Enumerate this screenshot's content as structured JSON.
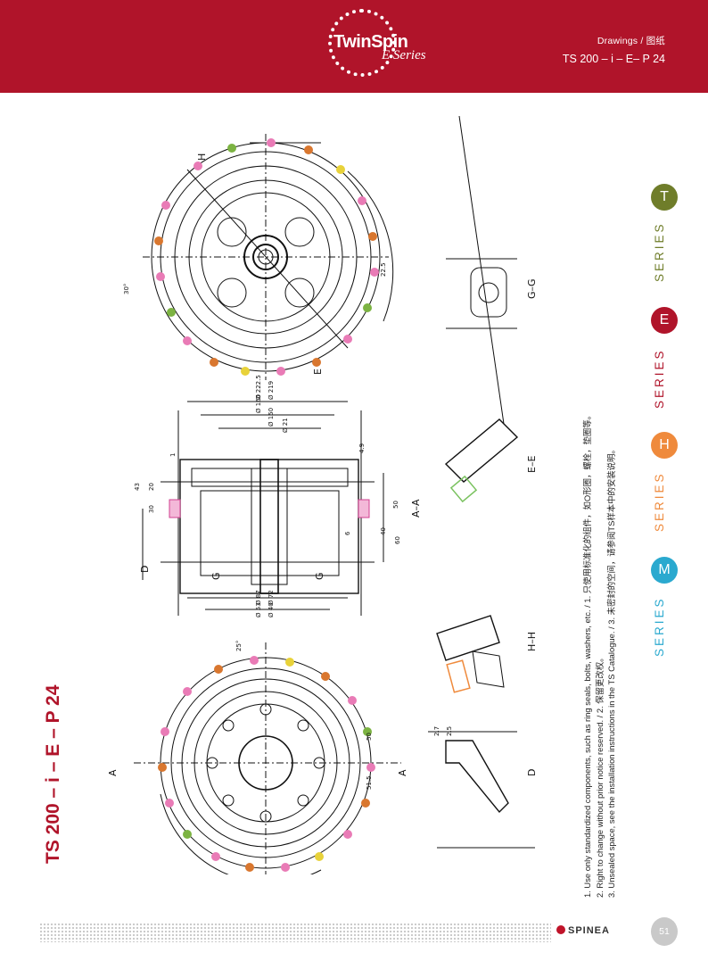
{
  "header": {
    "logo_main": "TwinSpin",
    "logo_sub": "E Series",
    "section_label": "Drawings / 图纸",
    "model_code": "TS 200 – i – E– P 24"
  },
  "page_title": "TS 200 – i – E – P 24",
  "notes": [
    "1. Use only standardized components, such as ring seals, bolts, washers, etc. / 1. 只使用标准化的组件，如O形圈，螺栓，垫圈等。",
    "2. Right to change without prior notice reserved. / 2. 保留更改权。",
    "3. Unsealed space, see the installation instructions in the TS Catalogue. / 3. 未密封的空间，请参阅TS样本中的安装说明。"
  ],
  "series": [
    {
      "letter": "T",
      "word": "SERIES",
      "color": "#6f7d2a"
    },
    {
      "letter": "E",
      "word": "SERIES",
      "color": "#b0142a"
    },
    {
      "letter": "H",
      "word": "SERIES",
      "color": "#ef8a3c"
    },
    {
      "letter": "M",
      "word": "SERIES",
      "color": "#2aa9cf"
    }
  ],
  "drawing": {
    "view_labels": [
      "A–A",
      "E–E",
      "G–G",
      "H–H",
      "D"
    ],
    "section_letters": [
      "A",
      "E",
      "G",
      "H",
      "D"
    ],
    "dimensions": [
      "Ø 222.5",
      "Ø 219",
      "Ø 160",
      "Ø 150",
      "Ø 87",
      "Ø 72",
      "Ø 53",
      "Ø 40",
      "Ø 21",
      "43",
      "20",
      "1",
      "30",
      "50",
      "4.9",
      "40",
      "6",
      "60",
      "2.7",
      "2.5",
      "30°",
      "25°",
      "51.5",
      "50",
      "22.5"
    ]
  },
  "footer": {
    "brand": "SPINEA",
    "page_number": "51"
  },
  "colors": {
    "brand_red": "#b0142a",
    "footer_gray": "#c9c9c9"
  }
}
